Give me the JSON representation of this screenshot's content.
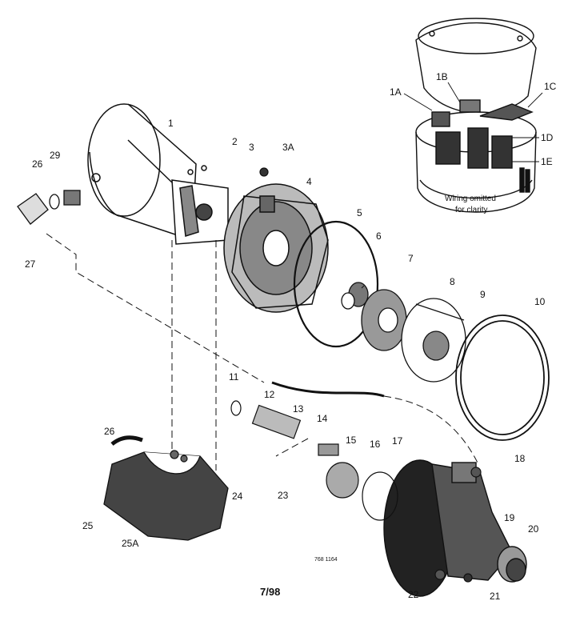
{
  "labels": {
    "1": "1",
    "1A": "1A",
    "1B": "1B",
    "1C": "1C",
    "1D": "1D",
    "1E": "1E",
    "2": "2",
    "3": "3",
    "3A": "3A",
    "4": "4",
    "5": "5",
    "6": "6",
    "7": "7",
    "8": "8",
    "9": "9",
    "10": "10",
    "11": "11",
    "12": "12",
    "13": "13",
    "14": "14",
    "15": "15",
    "16": "16",
    "17": "17",
    "18": "18",
    "19": "19",
    "20": "20",
    "21": "21",
    "22": "22",
    "23": "23",
    "24": "24",
    "25": "25",
    "25A": "25A",
    "26_top": "26",
    "26_base": "26",
    "27": "27",
    "29": "29"
  },
  "wiring_note_line1": "Wiring omitted",
  "wiring_note_line2": "for clarity",
  "drawing_number": "768 1164",
  "revision_date": "7/98"
}
